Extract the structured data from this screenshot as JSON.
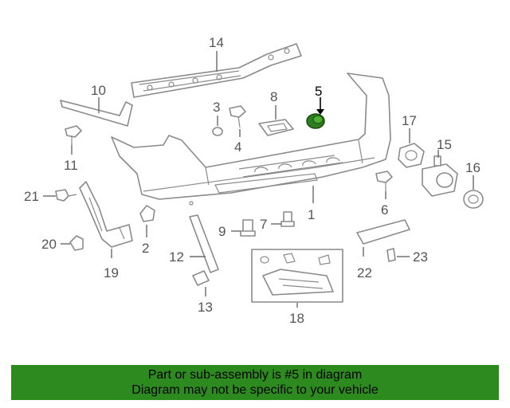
{
  "callouts": {
    "c1": "1",
    "c2": "2",
    "c3": "3",
    "c4": "4",
    "c5": "5",
    "c6": "6",
    "c7": "7",
    "c8": "8",
    "c9": "9",
    "c10": "10",
    "c11": "11",
    "c12": "12",
    "c13": "13",
    "c14": "14",
    "c15": "15",
    "c16": "16",
    "c17": "17",
    "c18": "18",
    "c19": "19",
    "c20": "20",
    "c21": "21",
    "c22": "22",
    "c23": "23"
  },
  "highlighted_part": "5",
  "banner": {
    "line1": "Part or sub-assembly is #5 in diagram",
    "line2": "Diagram may not be specific to your vehicle"
  },
  "colors": {
    "banner_bg": "#2d8a1e",
    "highlight_part": "#2e7d1f",
    "line_art": "#8a8a8a"
  }
}
